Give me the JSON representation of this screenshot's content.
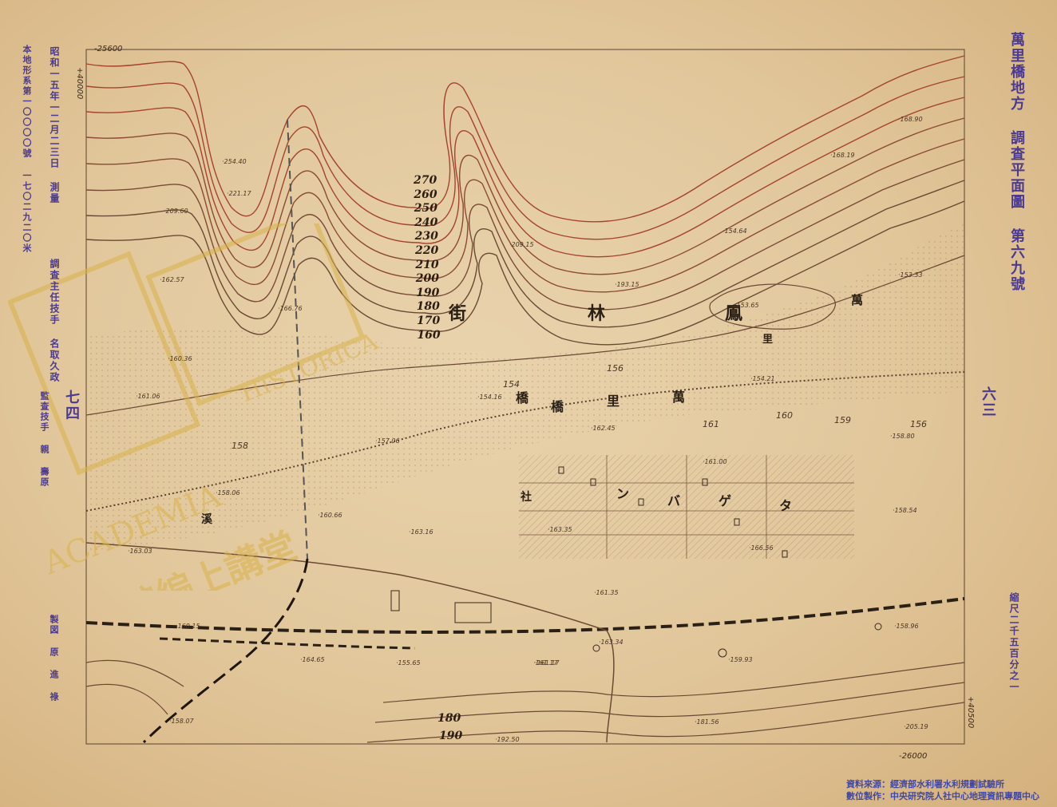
{
  "sheet_title": "萬里橋地方 調査平面圖 第六九號",
  "sheet_number": "六三",
  "left_margin": {
    "reference": "本地形系第一〇〇〇〇號 一七〇二九二〇米",
    "survey_date": "昭和一五年一二月二三日 測量",
    "surveyor": "調査主任技手 名取久政",
    "sheet_mark": "七四",
    "inspector": "監査技手 親 壽原",
    "drafter": "製図 原 進 祿"
  },
  "scale": "縮尺二千五百分之一",
  "credits": {
    "source": "資料來源：經濟部水利署水利規劃試驗所",
    "digitized": "數位製作：中央研究院人社中心地理資訊專題中心"
  },
  "watermark": {
    "text1": "ACADEMIA",
    "text2": "HISTORICA",
    "text3": "國史館編上講堂"
  },
  "coordinates": {
    "top_left_x": "-25600",
    "top_left_y": "+40000",
    "bottom_right_x": "-26000",
    "bottom_right_y": "+40500"
  },
  "contour_labels": [
    "270",
    "260",
    "250",
    "240",
    "230",
    "220",
    "210",
    "200",
    "190",
    "180",
    "170",
    "160"
  ],
  "lower_contours": [
    "180",
    "190"
  ],
  "place_labels": {
    "street": "街",
    "lin": "林",
    "feng": "鳳",
    "wan_top": "萬",
    "li_top": "里",
    "bridge_full": [
      "橋",
      "橋",
      "里",
      "萬"
    ],
    "xi": "溪",
    "she": "社",
    "settlement": [
      "ン",
      "バ",
      "ゲ",
      "タ"
    ]
  },
  "elevations": [
    "168.90",
    "168.19",
    "254.40",
    "221.17",
    "209.60",
    "209.15",
    "154.64",
    "153.33",
    "193.15",
    "166.76",
    "153.65",
    "162.57",
    "160.36",
    "161.06",
    "154.16",
    "154.21",
    "157.06",
    "158.80",
    "162.45",
    "161.00",
    "158.06",
    "160.66",
    "163.35",
    "163.16",
    "163.03",
    "158.54",
    "166.56",
    "161.35",
    "161.17",
    "160.15",
    "158.96",
    "164.65",
    "155.65",
    "161.17",
    "163.34",
    "159.93",
    "158.07",
    "181.56",
    "205.19",
    "192.50"
  ],
  "contour_digits": [
    "156",
    "161",
    "160",
    "159",
    "156",
    "158",
    "154"
  ],
  "colors": {
    "paper": "#e3c89c",
    "contour_red": "#a0432c",
    "contour_brown": "#6a4a34",
    "ink_purple": "#4b3a8f",
    "credit_blue": "#3f48a8",
    "watermark": "#d9b24a"
  }
}
